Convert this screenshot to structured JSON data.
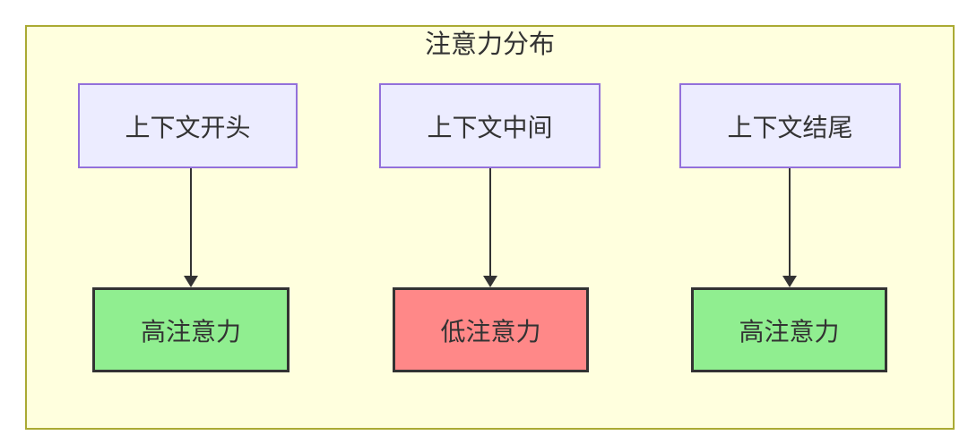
{
  "colors": {
    "subgraph-bg": "#ffffde",
    "subgraph-border": "#aaaa33",
    "context-bg": "#ececff",
    "context-border": "#9370db",
    "high-attention-bg": "#90ee90",
    "low-attention-bg": "#ff8888",
    "result-border": "#333333",
    "arrow-color": "#333333",
    "text-color": "#333333"
  },
  "diagram": {
    "title": "注意力分布",
    "nodes": {
      "context_start": "上下文开头",
      "context_middle": "上下文中间",
      "context_end": "上下文结尾",
      "result_left": "高注意力",
      "result_middle": "低注意力",
      "result_right": "高注意力"
    },
    "edges": [
      {
        "from": "context_start",
        "to": "result_left"
      },
      {
        "from": "context_middle",
        "to": "result_middle"
      },
      {
        "from": "context_end",
        "to": "result_right"
      }
    ]
  }
}
